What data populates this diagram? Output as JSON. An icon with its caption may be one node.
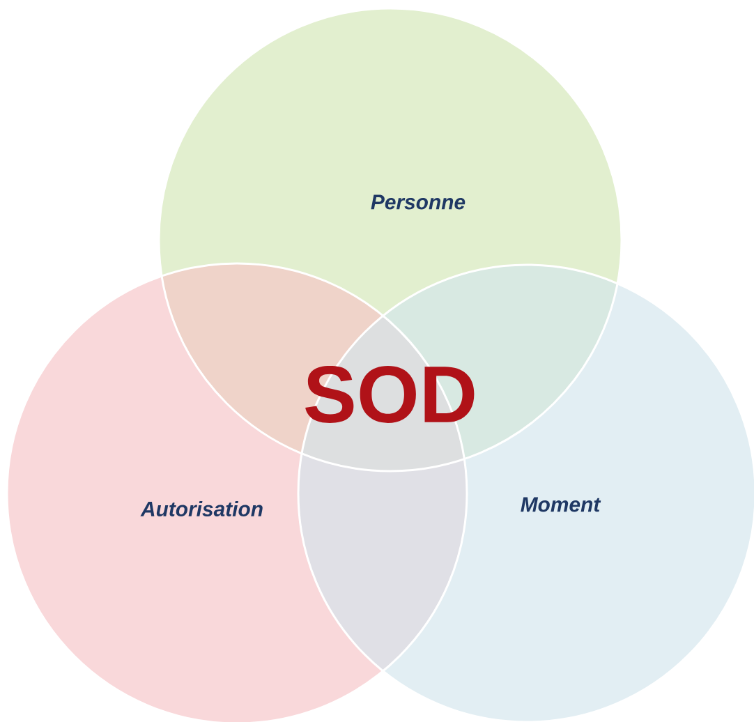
{
  "diagram": {
    "nodes": [
      {
        "text": [
          "Personne"
        ]
      },
      {
        "text": [
          "Autorisation"
        ]
      },
      {
        "text": [
          "Moment"
        ]
      }
    ],
    "labels": [
      "SOD"
    ]
  }
}
